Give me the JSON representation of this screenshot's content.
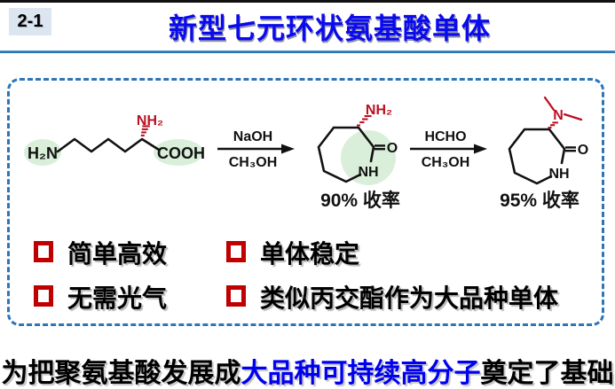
{
  "header": {
    "badge": "2-1",
    "title": "新型七元环状氨基酸单体"
  },
  "scheme": {
    "reactant": {
      "terminal_amine": "H₂N",
      "alpha_amine": "NH₂",
      "acid": "COOH"
    },
    "step1": {
      "reagent": "NaOH",
      "solvent": "CH₃OH"
    },
    "product1": {
      "amine": "NH₂",
      "carbonyl_oxygen": "O",
      "ring_nh": "NH",
      "yield": "90% 收率"
    },
    "step2": {
      "reagent": "HCHO",
      "solvent": "CH₃OH"
    },
    "product2": {
      "amine_nitrogen": "N",
      "carbonyl_oxygen": "O",
      "ring_nh": "NH",
      "yield": "95% 收率"
    }
  },
  "bullets": [
    {
      "label": "简单高效"
    },
    {
      "label": "单体稳定"
    },
    {
      "label": "无需光气"
    },
    {
      "label": "类似丙交酯作为大品种单体"
    }
  ],
  "footer": {
    "prefix": "为把聚氨基酸发展成",
    "highlight": "大品种可持续高分子",
    "suffix": "奠定了基础"
  },
  "colors": {
    "title_blue": "#0a0aee",
    "footer_blue": "#0000f0",
    "bullet_red": "#c00000",
    "structure_red": "#bb1122",
    "highlight_green": "#d9efd9",
    "rule_blue": "#2878b8",
    "badge_bg": "#dce6f1",
    "dashed_border": "#2e75b6"
  }
}
